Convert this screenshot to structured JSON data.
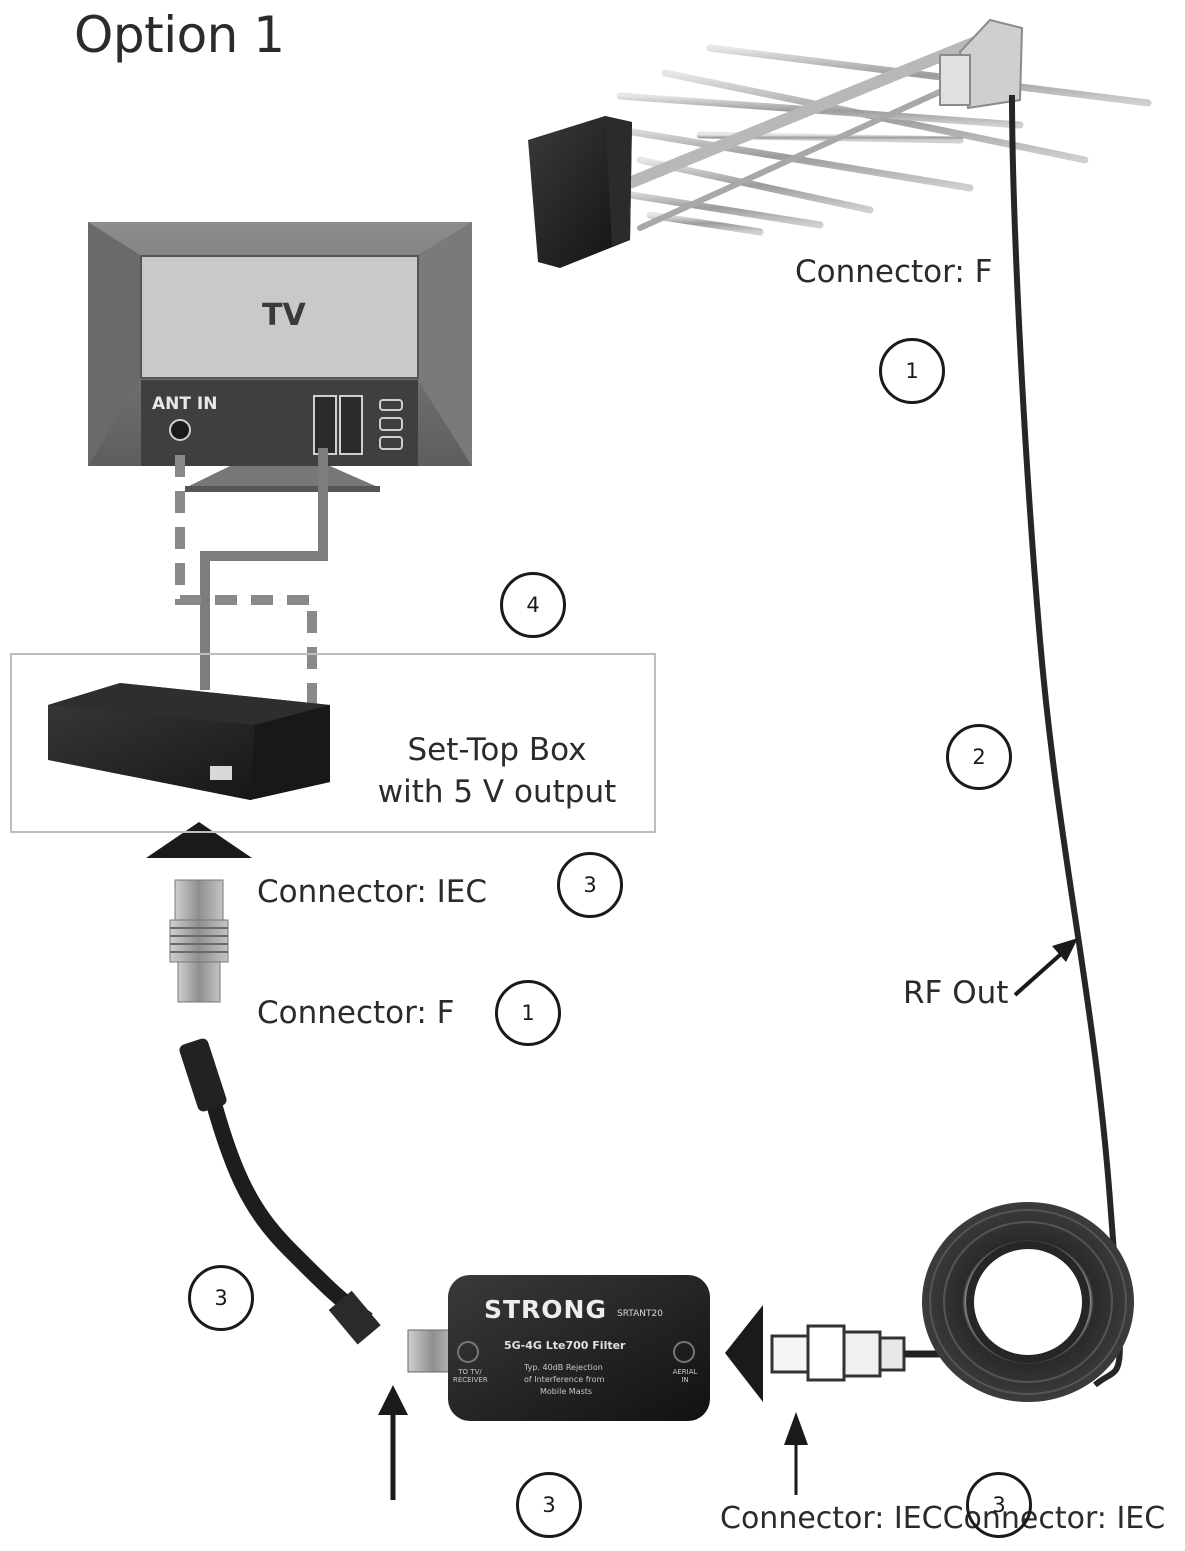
{
  "title": "Option 1",
  "devices": {
    "tv": {
      "screen_label": "TV",
      "port_label": "ANT IN"
    },
    "set_top_box": {
      "label_line1": "Set-Top Box",
      "label_line2": "with 5 V output"
    },
    "filter": {
      "brand": "STRONG",
      "model": "SRTANT20",
      "subtitle": "5G-4G Lte700 Filter",
      "desc_line1": "Typ. 40dB Rejection",
      "desc_line2": "of Interference from",
      "desc_line3": "Mobile Masts",
      "left_port": "TO TV/ RECEIVER",
      "right_port": "AERIAL IN"
    }
  },
  "labels": {
    "antenna_connector": "Connector: F",
    "adapter_iec": "Connector: IEC",
    "adapter_f": "Connector: F",
    "rf_out": "RF Out",
    "bottom_connector": "Connector: IECConnector: IEC"
  },
  "badges": {
    "antenna_cable": "1",
    "long_cable": "2",
    "tv_link": "4",
    "adapter_iec": "3",
    "adapter_f": "1",
    "pigtail": "3",
    "filter_bottom": "3",
    "bottom_right": "3"
  }
}
